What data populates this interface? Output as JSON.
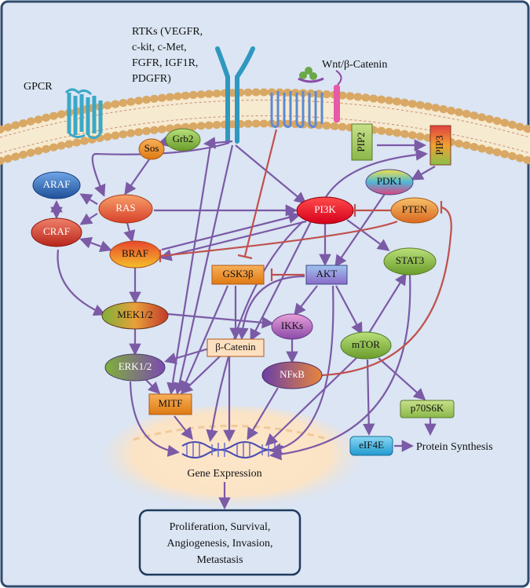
{
  "receptors": {
    "rtk_label": [
      "RTKs (VEGFR,",
      "c-kit, c-Met,",
      "FGFR, IGF1R,",
      "PDGFR)"
    ],
    "gpcr_label": "GPCR",
    "wnt_label": "Wnt/β-Catenin"
  },
  "nodes": {
    "grb2": "Grb2",
    "sos": "Sos",
    "araf": "ARAF",
    "ras": "RAS",
    "craf": "CRAF",
    "braf": "BRAF",
    "pi3k": "PI3K",
    "pten": "PTEN",
    "pdk1": "PDK1",
    "pip2": "PIP2",
    "pip3": "PIP3",
    "gsk3b": "GSK3β",
    "akt": "AKT",
    "stat3": "STAT3",
    "mek": "MEK1/2",
    "ikks": "IKKs",
    "bcatenin": "β-Catenin",
    "erk": "ERK1/2",
    "nfkb": "NFκB",
    "mtor": "mTOR",
    "mitf": "MITF",
    "p70s6k": "p70S6K",
    "eif4e": "eIF4E"
  },
  "labels": {
    "protein_synthesis": "Protein Synthesis",
    "gene_expression": "Gene Expression"
  },
  "outcome": [
    "Proliferation, Survival,",
    "Angiogenesis, Invasion,",
    "Metastasis"
  ],
  "colors": {
    "background": "#dbe5f3",
    "border": "#2f4a6e",
    "activation": "#7b5aa6",
    "inhibition": "#c0504d"
  }
}
